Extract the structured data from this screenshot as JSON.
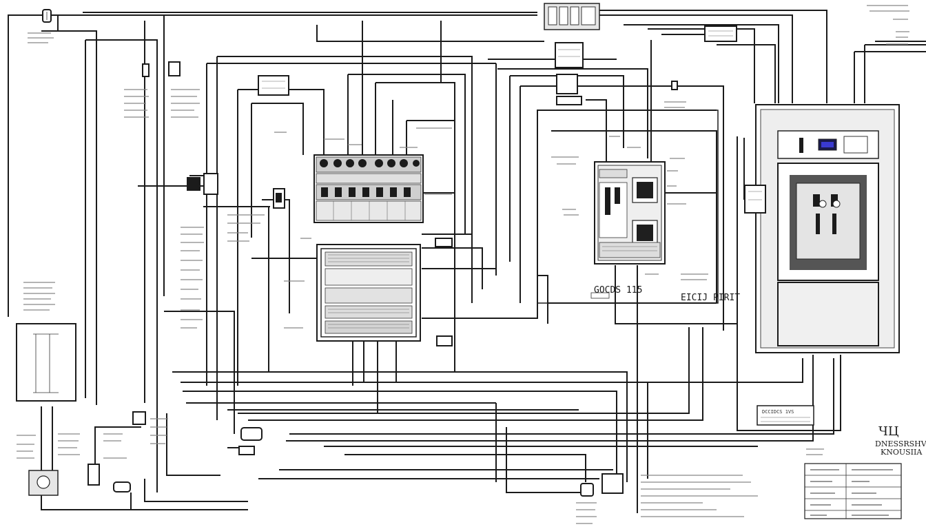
{
  "diagram": {
    "panel_label": "EICIJ PIRIT",
    "meter_label": "GOCDS 115",
    "title_block": {
      "logo": "ЧЦ",
      "line1": "DNESSRSHVI",
      "line2": "KNOUSIIA"
    },
    "legend_tag": "DCCIDCS 1VS"
  },
  "colors": {
    "wire": "#1a1a1a",
    "panel_fill": "#e6e6e6",
    "display_accent": "#3a3ad0"
  }
}
